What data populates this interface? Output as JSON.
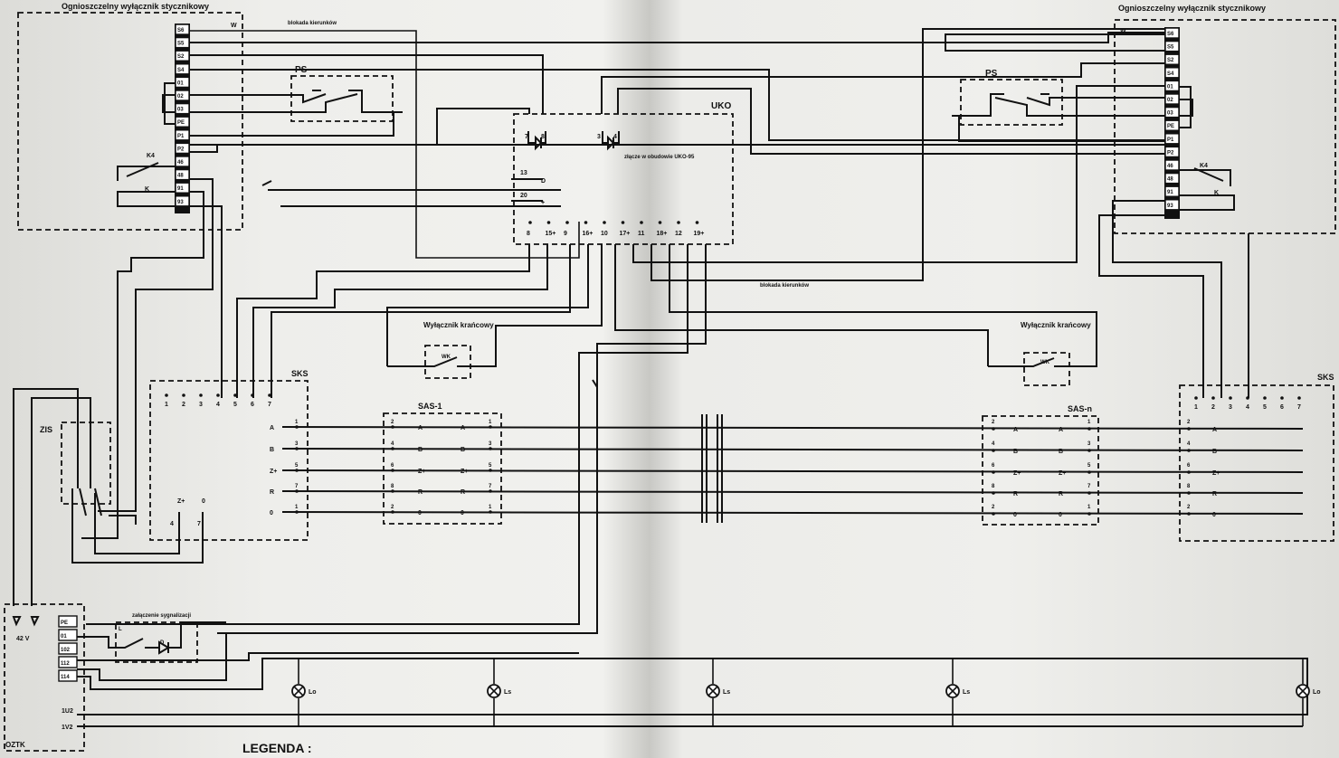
{
  "boxes": {
    "left_switch_title": "Ognioszczelny wyłącznik stycznikowy",
    "right_switch_title": "Ognioszczelny wyłącznik stycznikowy",
    "ps_left": "PS",
    "ps_right": "PS",
    "uko": "UKO",
    "uko_note": "złącze w obudowie UKO-95",
    "zis": "ZIS",
    "sks_left": "SKS",
    "sks_right": "SKS",
    "sas1": "SAS-1",
    "sasn": "SAS-n",
    "oztk": "OZTK",
    "limit_left": "Wyłącznik krańcowy",
    "limit_right": "Wyłącznik krańcowy",
    "wk": "WK",
    "signal_note": "załączenie sygnalizacji",
    "direction_lock_top": "blokada kierunków",
    "direction_lock_mid": "blokada kierunków",
    "legend": "LEGENDA :",
    "volt": "42 V"
  },
  "left_terminals": [
    "S6",
    "S5",
    "S2",
    "S4",
    "01",
    "02",
    "03",
    "PE",
    "P1",
    "P2",
    "46",
    "48",
    "91",
    "93"
  ],
  "right_terminals": [
    "S6",
    "S5",
    "S2",
    "S4",
    "01",
    "02",
    "03",
    "PE",
    "P1",
    "P2",
    "46",
    "48",
    "91",
    "93"
  ],
  "k_labels": {
    "k4": "K4",
    "k": "K",
    "w": "W"
  },
  "uko_pins_left": [
    "7",
    "8",
    "13",
    "20"
  ],
  "uko_pins_mid": [
    "3",
    "4"
  ],
  "uko_bottom": [
    "8",
    "15",
    "9",
    "16",
    "10",
    "17",
    "11",
    "18",
    "12",
    "19"
  ],
  "uko_side_labels": [
    "D",
    "+"
  ],
  "sks_nums": [
    "1",
    "2",
    "3",
    "4",
    "5",
    "6",
    "7"
  ],
  "bus_letters": [
    "A",
    "B",
    "Z+",
    "R",
    "0"
  ],
  "bus_nums": [
    "1",
    "2",
    "3",
    "4",
    "5",
    "6",
    "7",
    "8"
  ],
  "sks_bottom": {
    "zplus": "Z+",
    "zero": "0",
    "four": "4",
    "seven": "7"
  },
  "oztk_terminals": [
    "PE",
    "01",
    "102",
    "112",
    "114"
  ],
  "oztk_extra": [
    "1U2",
    "1V2"
  ],
  "signal_labels": {
    "l": "L",
    "d": "D"
  },
  "lamps": [
    "Lo",
    "Ls",
    "Ls",
    "Ls",
    "Lo"
  ]
}
